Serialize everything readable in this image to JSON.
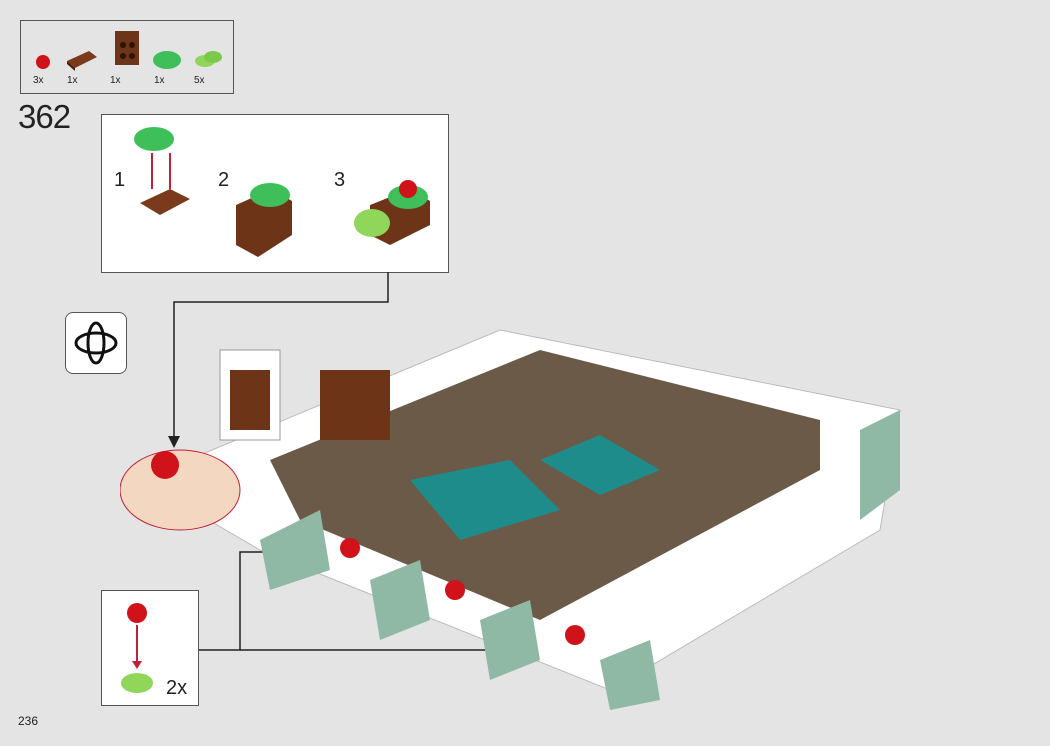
{
  "parts_list": [
    {
      "icon": "red-flower-icon",
      "qty": "3x",
      "color": "#d0121b"
    },
    {
      "icon": "brown-plate-1x2-icon",
      "qty": "1x",
      "color": "#7a3a1c"
    },
    {
      "icon": "brown-bracket-icon",
      "qty": "1x",
      "color": "#6e3418"
    },
    {
      "icon": "green-round-plate-icon",
      "qty": "1x",
      "color": "#3fbf5a"
    },
    {
      "icon": "lime-leaves-icon",
      "qty": "5x",
      "color": "#8fd65a"
    }
  ],
  "step_number": "362",
  "substeps": [
    "1",
    "2",
    "3"
  ],
  "callout_multiplier": "2x",
  "page_number": "236"
}
